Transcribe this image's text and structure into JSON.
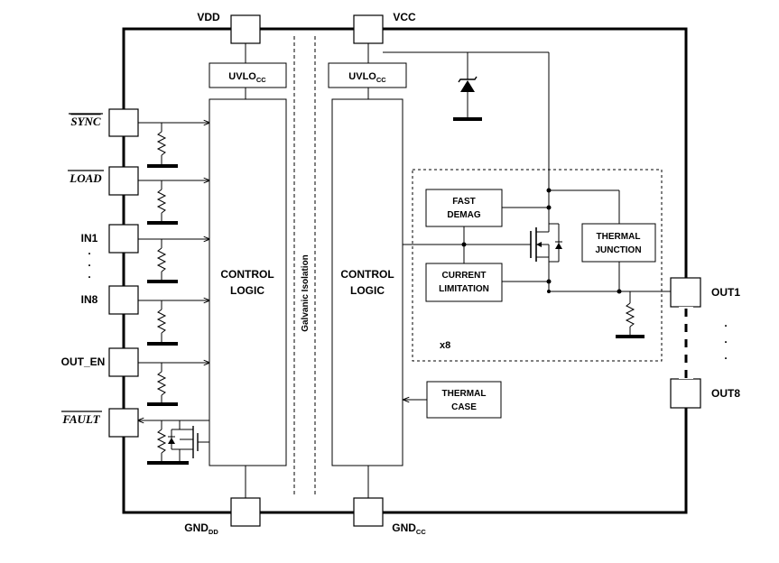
{
  "pins": {
    "vdd": "VDD",
    "vcc": "VCC",
    "gnd_dd": {
      "main": "GND",
      "sub": "DD"
    },
    "gnd_cc": {
      "main": "GND",
      "sub": "CC"
    },
    "sync": "SYNC",
    "load": "LOAD",
    "in1": "IN1",
    "in8": "IN8",
    "out_en": "OUT_EN",
    "fault": "FAULT",
    "out1": "OUT1",
    "out8": "OUT8",
    "dot": "."
  },
  "blocks": {
    "uvlo_left": {
      "main": "UVLO",
      "sub": "CC"
    },
    "uvlo_right": {
      "main": "UVLO",
      "sub": "CC"
    },
    "control_logic_left": [
      "CONTROL",
      "LOGIC"
    ],
    "control_logic_right": [
      "CONTROL",
      "LOGIC"
    ],
    "galvanic_isolation": "Galvanic Isolation",
    "fast_demag": [
      "FAST",
      "DEMAG"
    ],
    "current_limitation": [
      "CURRENT",
      "LIMITATION"
    ],
    "thermal_junction": [
      "THERMAL",
      "JUNCTION"
    ],
    "thermal_case": [
      "THERMAL",
      "CASE"
    ],
    "channel_count": "x8"
  }
}
